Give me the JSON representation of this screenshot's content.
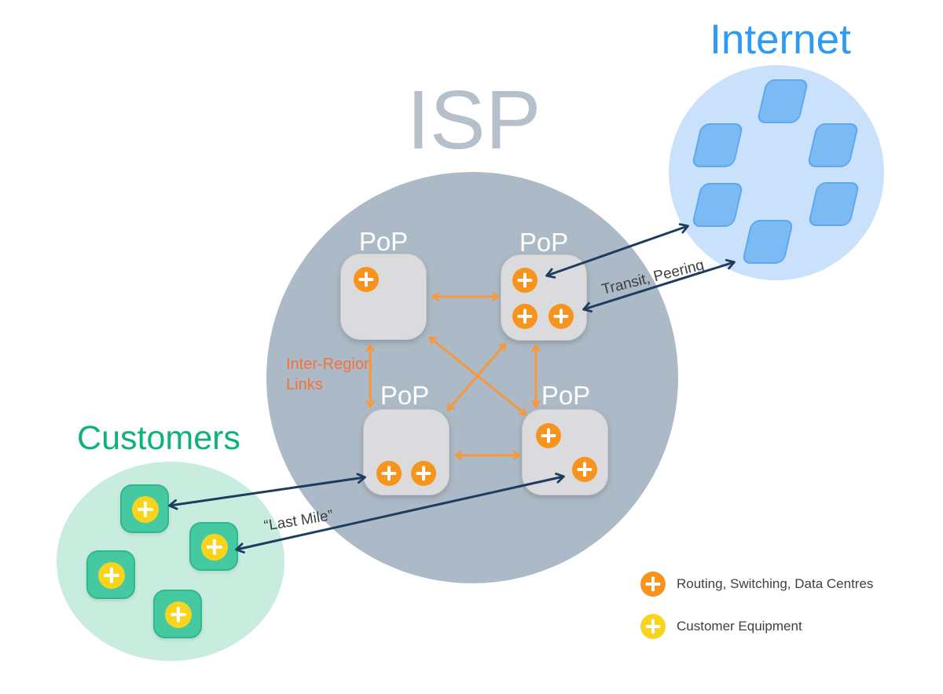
{
  "regions": {
    "isp": {
      "title": "ISP"
    },
    "internet": {
      "title": "Internet"
    },
    "customers": {
      "title": "Customers"
    }
  },
  "pops": [
    {
      "label": "PoP",
      "position": "top-left",
      "routing_nodes": 1
    },
    {
      "label": "PoP",
      "position": "top-right",
      "routing_nodes": 3
    },
    {
      "label": "PoP",
      "position": "bottom-left",
      "routing_nodes": 2
    },
    {
      "label": "PoP",
      "position": "bottom-right",
      "routing_nodes": 2
    }
  ],
  "internet_nodes_count": 6,
  "customer_nodes_count": 4,
  "link_labels": {
    "inter_region_line1": "Inter-Region",
    "inter_region_line2": "Links",
    "transit_peering": "Transit, Peering",
    "last_mile": "“Last Mile”"
  },
  "legend": {
    "items": [
      {
        "icon": "routing-node-icon",
        "label": "Routing, Switching, Data Centres",
        "color": "#F7941D"
      },
      {
        "icon": "customer-equipment-icon",
        "label": "Customer Equipment",
        "color": "#F8D41C"
      }
    ]
  },
  "colors": {
    "isp_circle": "#ACB9C6",
    "isp_title": "#B6C0CA",
    "internet_circle": "#C9E1FB",
    "internet_node": "#7CBAF3",
    "internet_node_border": "#5FA8EC",
    "internet_title": "#2D9BF3",
    "customers_circle": "#C8EDDE",
    "customer_box": "#44C9A0",
    "customers_title": "#0FB17B",
    "pop_box": "#DBDBDD",
    "pop_label": "#FFFFFF",
    "routing_node": "#F7941D",
    "customer_equipment_node": "#F8D41C",
    "orange_link": "#F9973B",
    "orange_label": "#F4713A",
    "navy_link": "#1E3C5F",
    "link_label_text": "#3C4043"
  }
}
